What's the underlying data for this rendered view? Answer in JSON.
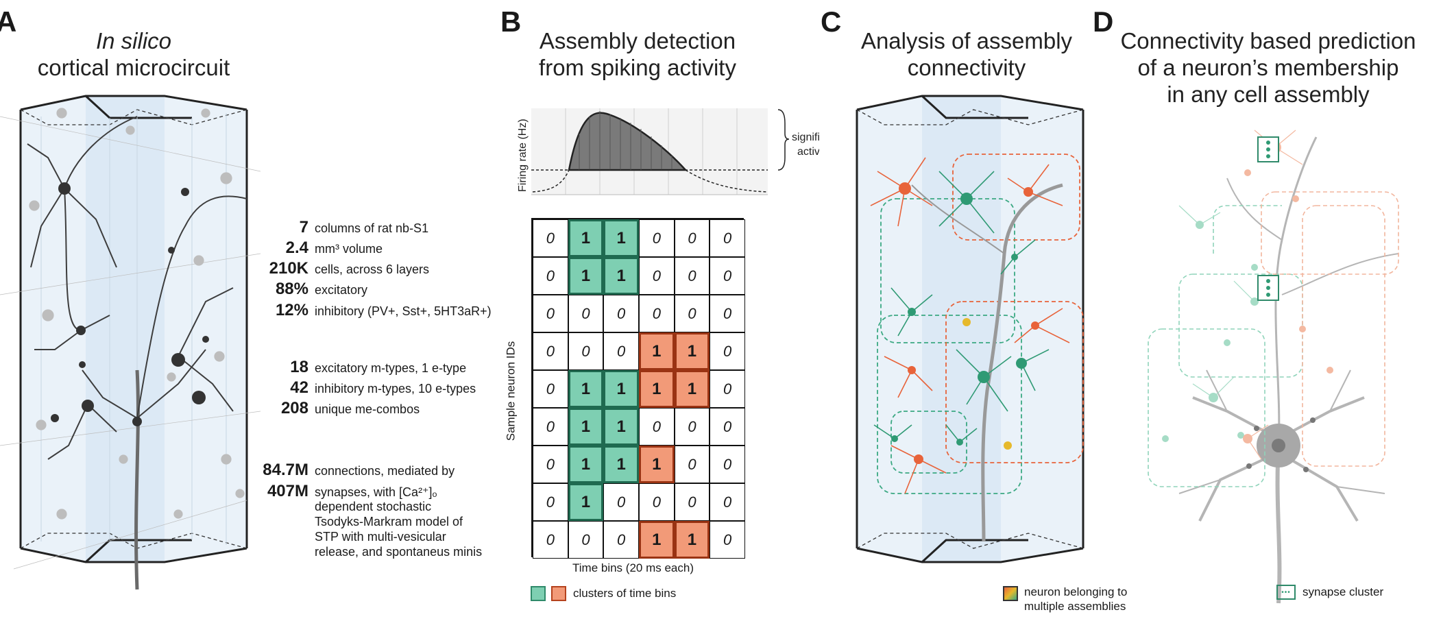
{
  "panels": {
    "a": {
      "letter": "A",
      "title_line1": "In silico",
      "title_line2": "cortical microcircuit",
      "stats": [
        {
          "value": "7",
          "text": "columns of rat nb-S1"
        },
        {
          "value": "2.4",
          "text": "mm³ volume"
        },
        {
          "value": "210K",
          "text": "cells, across 6 layers"
        },
        {
          "value": "88%",
          "text": "excitatory"
        },
        {
          "value": "12%",
          "text": "inhibitory (PV+, Sst+, 5HT3aR+)"
        },
        {
          "value": "18",
          "text": "excitatory m-types, 1 e-type"
        },
        {
          "value": "42",
          "text": "inhibitory m-types, 10 e-types"
        },
        {
          "value": "208",
          "text": "unique me-combos"
        },
        {
          "value": "84.7M",
          "text": "connections, mediated by"
        },
        {
          "value": "407M",
          "text": "synapses, with [Ca²⁺]ₒ"
        }
      ],
      "synapse_note": [
        "dependent stochastic",
        "Tsodyks-Markram model of",
        "STP with multi-vesicular",
        "release, and spontaneus minis"
      ]
    },
    "b": {
      "letter": "B",
      "title_line1": "Assembly detection",
      "title_line2": "from spiking activity",
      "firing_rate_label": "Firing rate (Hz)",
      "significant_label": [
        "significant",
        "activity"
      ],
      "y_label": "Sample neuron IDs",
      "x_label": "Time bins (20 ms each)",
      "legend_label": "clusters of time bins",
      "matrix": [
        [
          "0",
          "1",
          "1",
          "0",
          "0",
          "0"
        ],
        [
          "0",
          "1",
          "1",
          "0",
          "0",
          "0"
        ],
        [
          "0",
          "0",
          "0",
          "0",
          "0",
          "0"
        ],
        [
          "0",
          "0",
          "0",
          "1",
          "1",
          "0"
        ],
        [
          "0",
          "1",
          "1",
          "1",
          "1",
          "0"
        ],
        [
          "0",
          "1",
          "1",
          "0",
          "0",
          "0"
        ],
        [
          "0",
          "1",
          "1",
          "1",
          "0",
          "0"
        ],
        [
          "0",
          "1",
          "0",
          "0",
          "0",
          "0"
        ],
        [
          "0",
          "0",
          "0",
          "1",
          "1",
          "0"
        ]
      ],
      "cell_colors": [
        [
          "w",
          "g",
          "g",
          "w",
          "w",
          "w"
        ],
        [
          "w",
          "g",
          "g",
          "w",
          "w",
          "w"
        ],
        [
          "w",
          "w",
          "w",
          "w",
          "w",
          "w"
        ],
        [
          "w",
          "w",
          "w",
          "o",
          "o",
          "w"
        ],
        [
          "w",
          "g",
          "g",
          "o",
          "o",
          "w"
        ],
        [
          "w",
          "g",
          "g",
          "w",
          "w",
          "w"
        ],
        [
          "w",
          "g",
          "g",
          "o",
          "w",
          "w"
        ],
        [
          "w",
          "g",
          "w",
          "w",
          "w",
          "w"
        ],
        [
          "w",
          "w",
          "w",
          "o",
          "o",
          "w"
        ]
      ]
    },
    "c": {
      "letter": "C",
      "title_line1": "Analysis of assembly",
      "title_line2": "connectivity",
      "legend_label": [
        "neuron belonging to",
        "multiple assemblies"
      ]
    },
    "d": {
      "letter": "D",
      "title_line1": "Connectivity based prediction",
      "title_line2": "of a neuron’s membership",
      "title_line3": "in any cell assembly",
      "legend_label": "synapse cluster"
    }
  },
  "colors": {
    "green": "#3aa882",
    "green_fill": "#7ecfb2",
    "orange": "#e8633a",
    "orange_fill": "#f29a78",
    "column_fill": "#e4eff8",
    "neuron_dark": "#4a4a4a",
    "neuron_light": "#bdbdbd"
  }
}
